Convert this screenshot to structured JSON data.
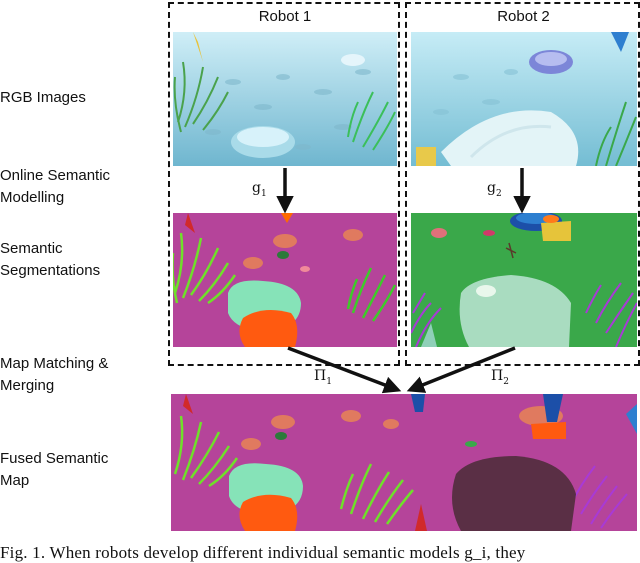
{
  "row_labels": {
    "rgb": "RGB Images",
    "online_1": "Online Semantic",
    "online_2": "Modelling",
    "seg_1": "Semantic",
    "seg_2": "Segmentations",
    "match_1": "Map Matching &",
    "match_2": "Merging",
    "fused_1": "Fused Semantic",
    "fused_2": "Map"
  },
  "robots": [
    {
      "title": "Robot 1",
      "model": "g",
      "model_sub": "1",
      "matching": "Π",
      "matching_sub": "1"
    },
    {
      "title": "Robot 2",
      "model": "g",
      "model_sub": "2",
      "matching": "Π",
      "matching_sub": "2"
    }
  ],
  "caption": "Fig. 1.   When robots develop different individual semantic models g_i, they",
  "colors": {
    "seafloor_magenta": "#b5449a",
    "seafloor_green": "#3aa84a",
    "grass_green": "#6fe02a",
    "coral_orange": "#ff5a10",
    "coral_mint": "#86e3b8",
    "rock_dark": "#5a2f45",
    "water_blue": "#8fd0e6"
  }
}
